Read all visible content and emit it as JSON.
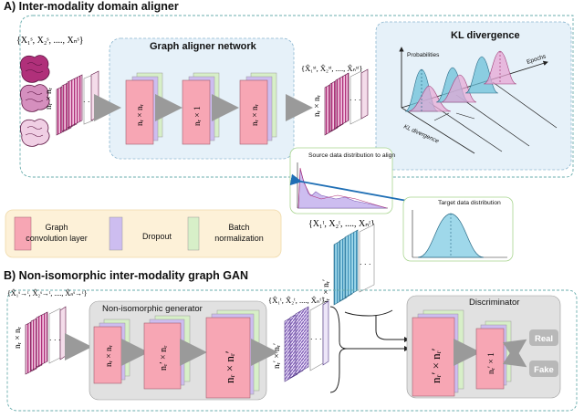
{
  "section_a": {
    "title": "A) Inter-modality domain aligner",
    "source_set": "{X₁ˢ, X₂ˢ, ...., Xₙˢ}",
    "input_dim": "nᵣ × nᵣ",
    "graph_aligner_title": "Graph aligner network",
    "layer_dims": [
      "nᵣ × nᵣ",
      "nᵣ × 1",
      "nᵣ × nᵣ"
    ],
    "aligned_set": "{X̂₁ˢᵗ, X̂₂ˢᵗ, ...., X̂ₙˢᵗ}",
    "aligned_dim": "nᵣ × nᵣ",
    "kl_title": "KL divergence",
    "kl_labels": {
      "probabilities": "Probabilities",
      "epochs": "Epochs",
      "kl": "KL divergence"
    },
    "source_dist_label": "Source data distribution to align",
    "target_dist_label": "Target data distribution",
    "target_set": "{X₁ᵗ, X₂ᵗ, ...., Xₙᵗ}",
    "target_dim": "nᵣ′ × nᵣ′"
  },
  "legend": {
    "items": [
      {
        "label": "Graph convolution layer",
        "color": "#f7a6b4"
      },
      {
        "label": "Dropout",
        "color": "#cdbdf0"
      },
      {
        "label": "Batch normalization",
        "color": "#d7efc8"
      }
    ]
  },
  "section_b": {
    "title": "B) Non-isomorphic inter-modality graph GAN",
    "input_set": "{X̂₁ˢ→ᵗ, X̂₂ˢ→ᵗ, ...., X̂ₙˢ→ᵗ}",
    "input_dim": "nᵣ × nᵣ",
    "generator_title": "Non-isomorphic generator",
    "gen_dims": [
      "nᵣ × nᵣ",
      "nᵣ′ × nᵣ",
      "nᵣ × nᵣ′"
    ],
    "output_set": "{X̂₁ᵗ, X̂₂ᵗ, ...., X̂ₙᵗ}",
    "output_dim": "nᵣ′ × nᵣ′",
    "discriminator_title": "Discriminator",
    "disc_dims": [
      "nᵣ′ × nᵣ′",
      "nᵣ′ × 1"
    ],
    "outputs": [
      "Real",
      "Fake"
    ]
  },
  "colors": {
    "pink": "#f7a6b4",
    "lilac": "#cdbdf0",
    "green": "#d7efc8",
    "magenta": "#b0307a",
    "cyan": "#6cc0d8",
    "purple": "#7d5ab4",
    "panel_blue": "#e6f1f9",
    "panel_gray": "#e1e1e1",
    "legend_bg": "#fdf1d8"
  }
}
